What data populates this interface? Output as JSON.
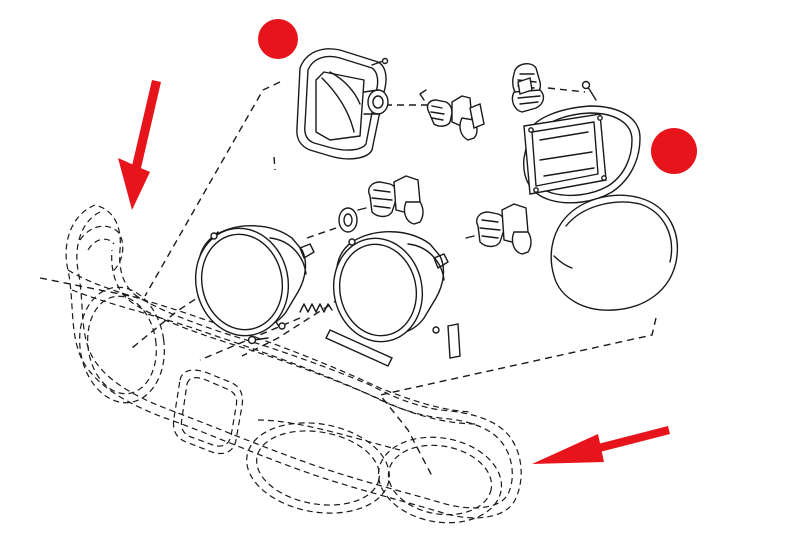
{
  "diagram": {
    "colors": {
      "ink": "#1a1a1a",
      "marker": "#e8141b",
      "arrow": "#e8141b",
      "background": "#ffffff"
    },
    "markers": [
      {
        "id": "marker-dot-top",
        "shape": "filled-circle"
      },
      {
        "id": "marker-dot-right",
        "shape": "filled-circle"
      }
    ],
    "arrows": [
      {
        "id": "arrow-down-left",
        "direction": "down"
      },
      {
        "id": "arrow-left",
        "direction": "left"
      }
    ],
    "parts": [
      "headlamp-bezel-housing",
      "reflector-housing",
      "round-headlamp-left",
      "round-headlamp-right",
      "halogen-bulb-upper",
      "halogen-bulb-mid",
      "halogen-bulb-right-upper",
      "halogen-bulb-right-lower",
      "wedge-bulb-holder",
      "oval-lens-cover",
      "mounting-plate",
      "adjuster-spring",
      "retaining-strip",
      "small-bracket",
      "screws",
      "ring-seal"
    ]
  }
}
